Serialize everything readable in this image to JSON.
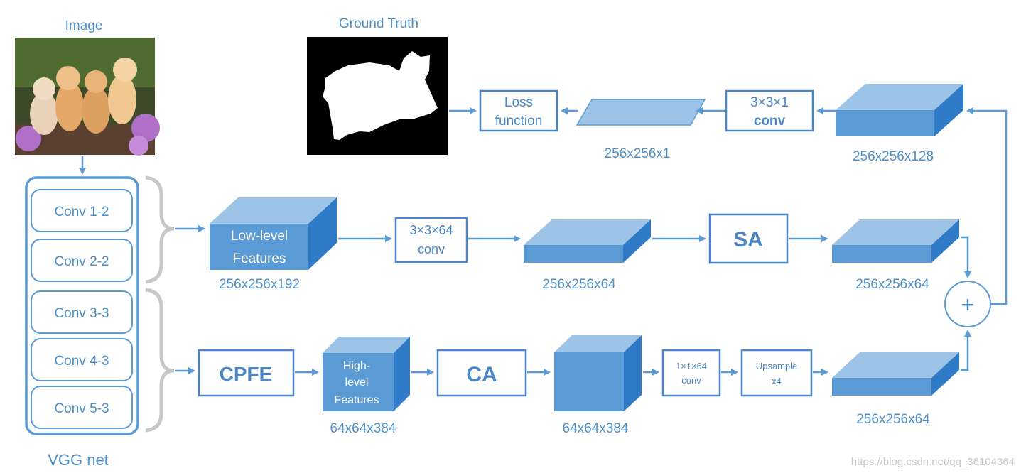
{
  "labels": {
    "image": "Image",
    "ground_truth": "Ground Truth",
    "vgg_net": "VGG net",
    "watermark": "https://blog.csdn.net/qq_36104364"
  },
  "vgg_layers": [
    "Conv 1-2",
    "Conv 2-2",
    "Conv 3-3",
    "Conv 4-3",
    "Conv 5-3"
  ],
  "boxes": {
    "loss_line1": "Loss",
    "loss_line2": "function",
    "conv331_line1": "3×3×1",
    "conv331_line2": "conv",
    "conv3364_line1": "3×3×64",
    "conv3364_line2": "conv",
    "sa": "SA",
    "cpfe": "CPFE",
    "ca": "CA",
    "conv1164_line1": "1×1×64",
    "conv1164_line2": "conv",
    "upsample_line1": "Upsample",
    "upsample_line2": "x4",
    "plus": "+"
  },
  "blocks": {
    "low_level_line1": "Low-level",
    "low_level_line2": "Features",
    "high_level_line1": "High-",
    "high_level_line2": "level",
    "high_level_line3": "Features"
  },
  "dims": {
    "top_plane": "256x256x1",
    "top_block": "256x256x128",
    "low_level": "256x256x192",
    "mid_flat": "256x256x64",
    "mid_right": "256x256x64",
    "high_level": "64x64x384",
    "ca_out": "64x64x384",
    "bottom_right": "256x256x64"
  },
  "colors": {
    "accent": "#5b9bd5",
    "box_stroke": "#4a86c5",
    "front_face": "#5b9bd5",
    "top_face": "#9dc3e6",
    "side_face": "#2f7bc8",
    "brace": "#c8c8c8"
  }
}
